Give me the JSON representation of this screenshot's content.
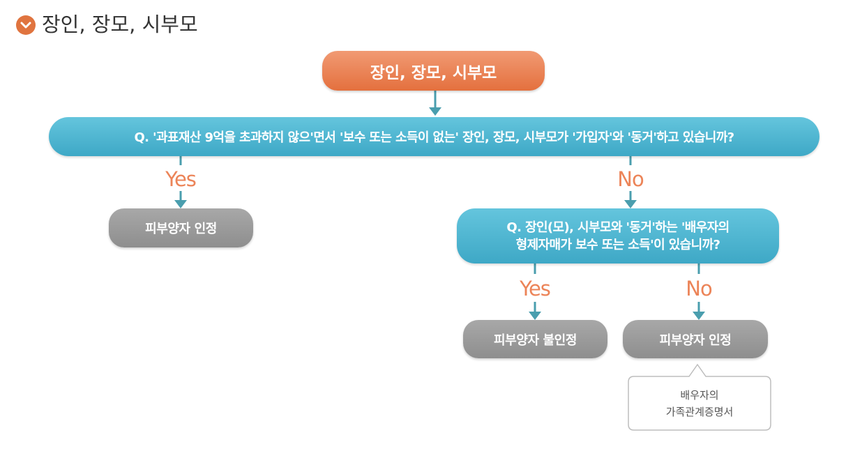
{
  "header": {
    "title": "장인, 장모, 시부모",
    "icon": "chevron-down-icon",
    "icon_color": "#e0743f"
  },
  "flowchart": {
    "top_node": "장인, 장모, 시부모",
    "question1": "Q. '과표재산 9억을 초과하지 않으'면서 '보수 또는 소득이 없는' 장인, 장모, 시부모가 '가입자'와 '동거'하고 있습니까?",
    "q1_yes_label": "Yes",
    "q1_no_label": "No",
    "result_q1_yes": "피부양자 인정",
    "question2_line1": "Q. 장인(모), 시부모와 '동거'하는 '배우자의",
    "question2_line2": "형제자매가 보수 또는 소득'이 있습니까?",
    "q2_yes_label": "Yes",
    "q2_no_label": "No",
    "result_q2_yes": "피부양자 불인정",
    "result_q2_no": "피부양자 인정",
    "callout_line1": "배우자의",
    "callout_line2": "가족관계증명서"
  },
  "colors": {
    "orange": "#e4703e",
    "teal": "#3ea8c6",
    "gray": "#999999",
    "arrow": "#4a9eae",
    "yes_no_text": "#ec8458"
  }
}
